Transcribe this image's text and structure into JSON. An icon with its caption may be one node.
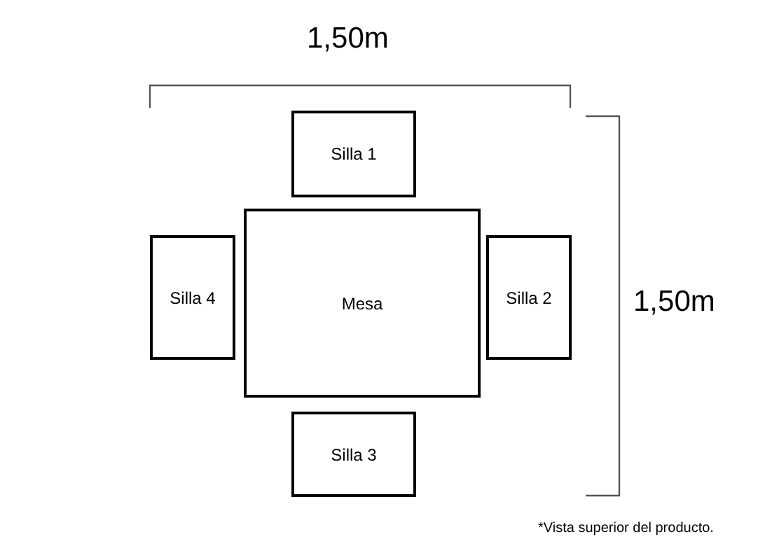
{
  "diagram": {
    "nodes": [
      {
        "text": [
          "Silla 1"
        ]
      },
      {
        "text": [
          "Silla 4"
        ]
      },
      {
        "text": [
          "Mesa"
        ]
      },
      {
        "text": [
          "Silla 2"
        ]
      },
      {
        "text": [
          "Silla 3"
        ]
      }
    ],
    "labels": [
      "1,50m",
      "1,50m",
      "*Vista superior del producto."
    ]
  }
}
